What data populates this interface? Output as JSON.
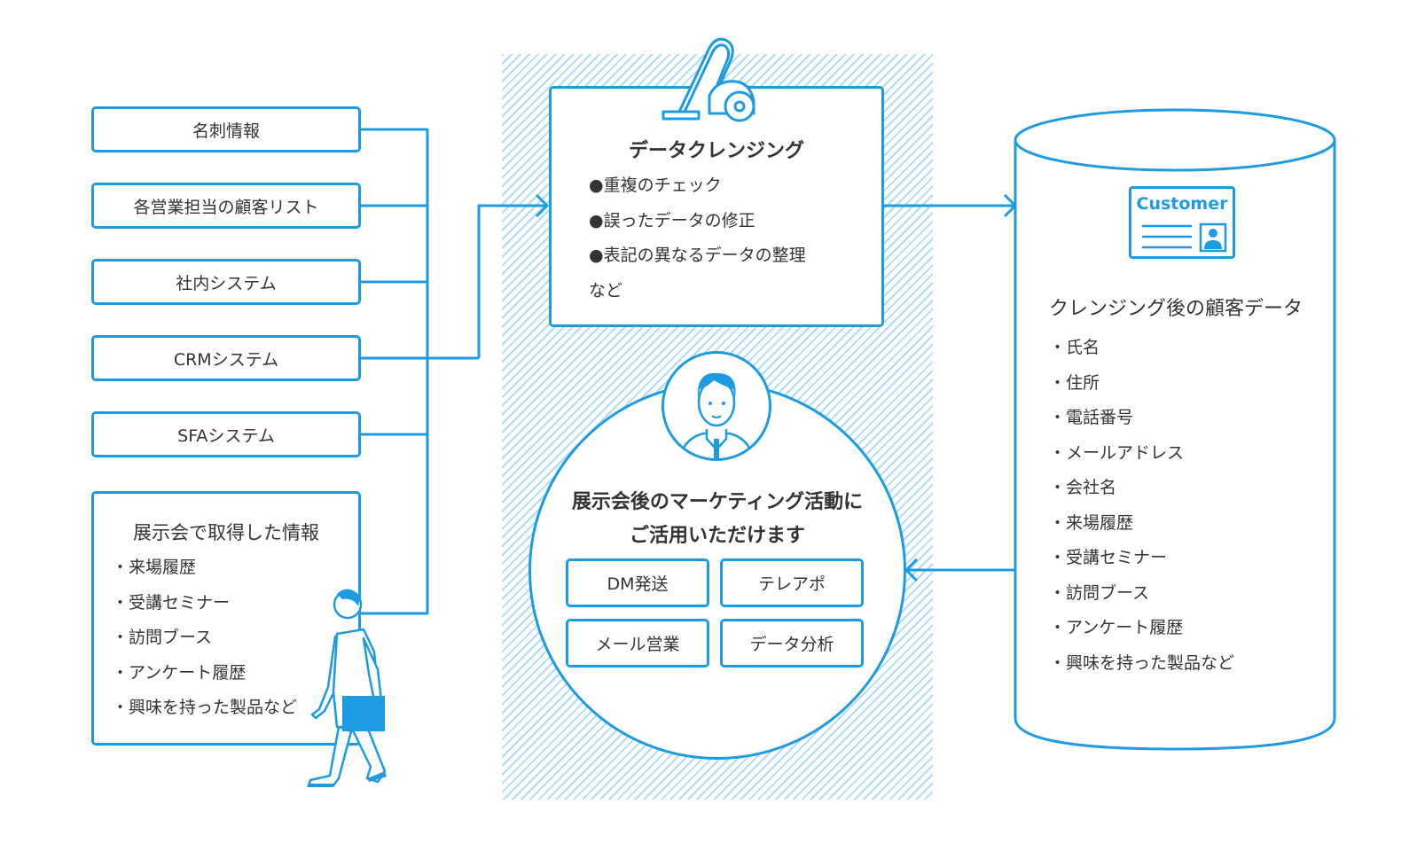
{
  "colors": {
    "accent": "#1e9ae0",
    "hatch": "#aedcf4",
    "text": "#333333"
  },
  "sources": {
    "items": [
      {
        "label": "名刺情報"
      },
      {
        "label": "各営業担当の顧客リスト"
      },
      {
        "label": "社内システム"
      },
      {
        "label": "CRMシステム"
      },
      {
        "label": "SFAシステム"
      }
    ],
    "expo": {
      "title": "展示会で取得した情報",
      "items": [
        "・来場履歴",
        "・受講セミナー",
        "・訪問ブース",
        "・アンケート履歴",
        "・興味を持った製品など"
      ]
    }
  },
  "cleansing": {
    "icon": "vacuum-cleaner-icon",
    "title": "データクレンジング",
    "items": [
      "●重複のチェック",
      "●誤ったデータの修正",
      "●表記の異なるデータの整理",
      "など"
    ]
  },
  "usage": {
    "icon": "business-person-icon",
    "title_line1": "展示会後のマーケティング活動に",
    "title_line2": "ご活用いただけます",
    "buttons": [
      {
        "label": "DM発送"
      },
      {
        "label": "テレアポ"
      },
      {
        "label": "メール営業"
      },
      {
        "label": "データ分析"
      }
    ]
  },
  "database": {
    "card_label": "Customer",
    "title": "クレンジング後の顧客データ",
    "items": [
      "・氏名",
      "・住所",
      "・電話番号",
      "・メールアドレス",
      "・会社名",
      "・来場履歴",
      "・受講セミナー",
      "・訪問ブース",
      "・アンケート履歴",
      "・興味を持った製品など"
    ]
  }
}
